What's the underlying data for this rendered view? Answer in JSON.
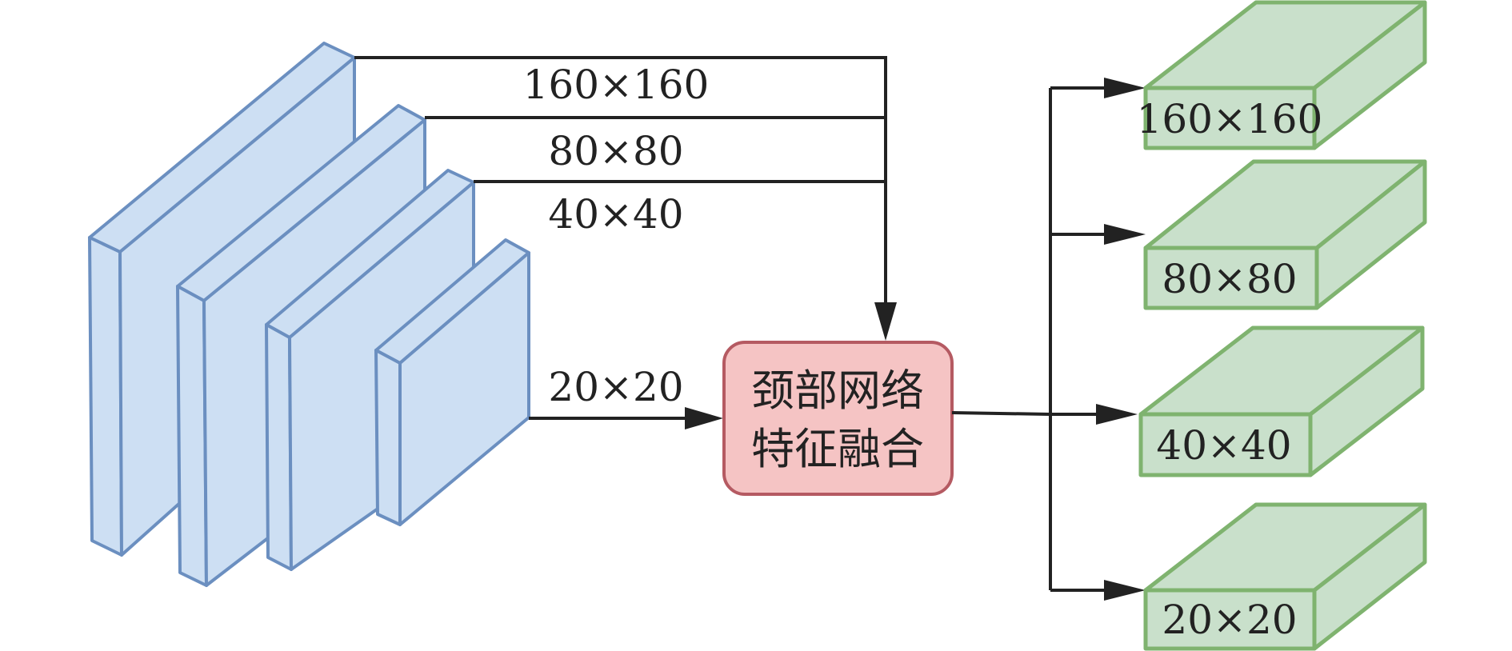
{
  "backbone": {
    "maps": [
      {
        "id": "c1",
        "scale_label": "160×160"
      },
      {
        "id": "c2",
        "scale_label": "80×80"
      },
      {
        "id": "c3",
        "scale_label": "40×40"
      },
      {
        "id": "c4",
        "scale_label": "20×20"
      }
    ]
  },
  "neck": {
    "line1": "颈部网络",
    "line2": "特征融合"
  },
  "outputs": [
    {
      "id": "o1",
      "label": "160×160"
    },
    {
      "id": "o2",
      "label": "80×80"
    },
    {
      "id": "o3",
      "label": "40×40"
    },
    {
      "id": "o4",
      "label": "20×20"
    }
  ],
  "colors": {
    "backbone_fill": "#cddff3",
    "backbone_stroke": "#6b8fc0",
    "neck_fill": "#f5c4c4",
    "neck_stroke": "#b55a62",
    "output_fill": "#c9e0cb",
    "output_stroke": "#7fb36f",
    "line": "#222222"
  }
}
